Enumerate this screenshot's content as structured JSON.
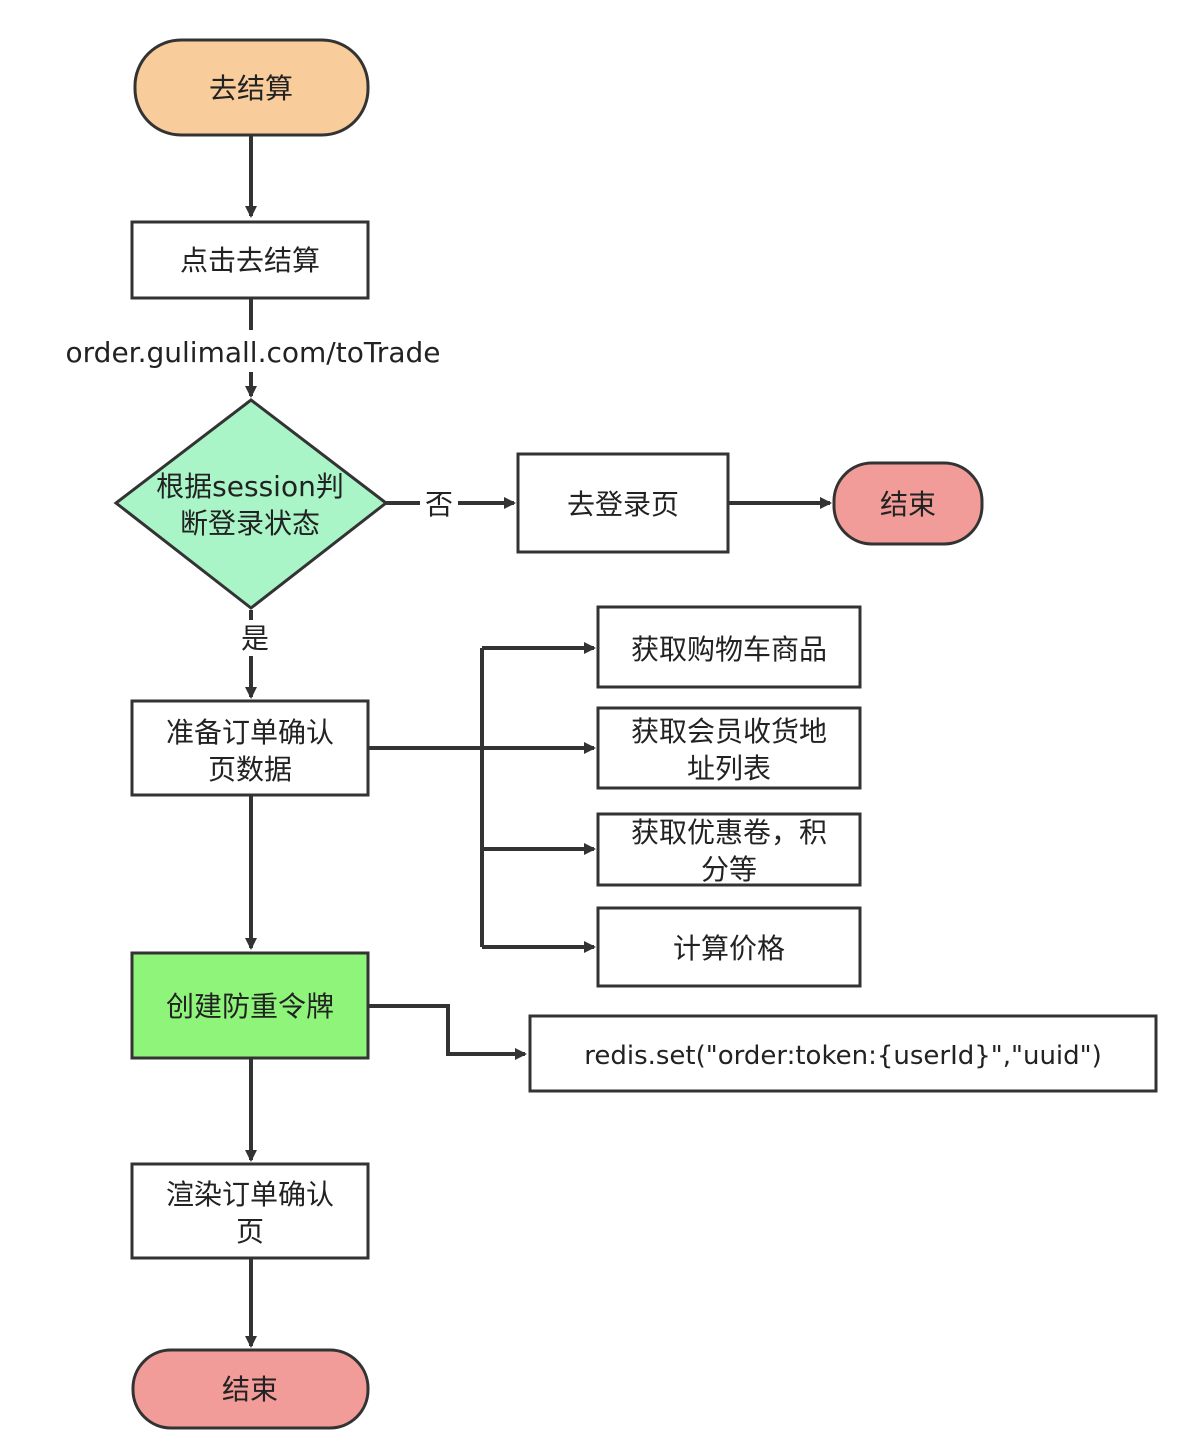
{
  "colors": {
    "start_fill": "#f8cc9b",
    "end_fill": "#f19c99",
    "decision_fill": "#aaf5c8",
    "token_fill": "#8ff57a",
    "box_fill": "#ffffff",
    "stroke": "#333333"
  },
  "nodes": {
    "start": "去结算",
    "click": "点击去结算",
    "decision_line1": "根据session判",
    "decision_line2": "断登录状态",
    "login_page": "去登录页",
    "end_login": "结束",
    "prepare_line1": "准备订单确认",
    "prepare_line2": "页数据",
    "cart_items": "获取购物车商品",
    "address_line1": "获取会员收货地",
    "address_line2": "址列表",
    "coupon_line1": "获取优惠卷，积",
    "coupon_line2": "分等",
    "price": "计算价格",
    "token": "创建防重令牌",
    "redis": "redis.set(\"order:token:{userId}\",\"uuid\")",
    "render_line1": "渲染订单确认",
    "render_line2": "页",
    "end_main": "结束"
  },
  "edges": {
    "url_label": "order.gulimall.com/toTrade",
    "no_label": "否",
    "yes_label": "是"
  }
}
